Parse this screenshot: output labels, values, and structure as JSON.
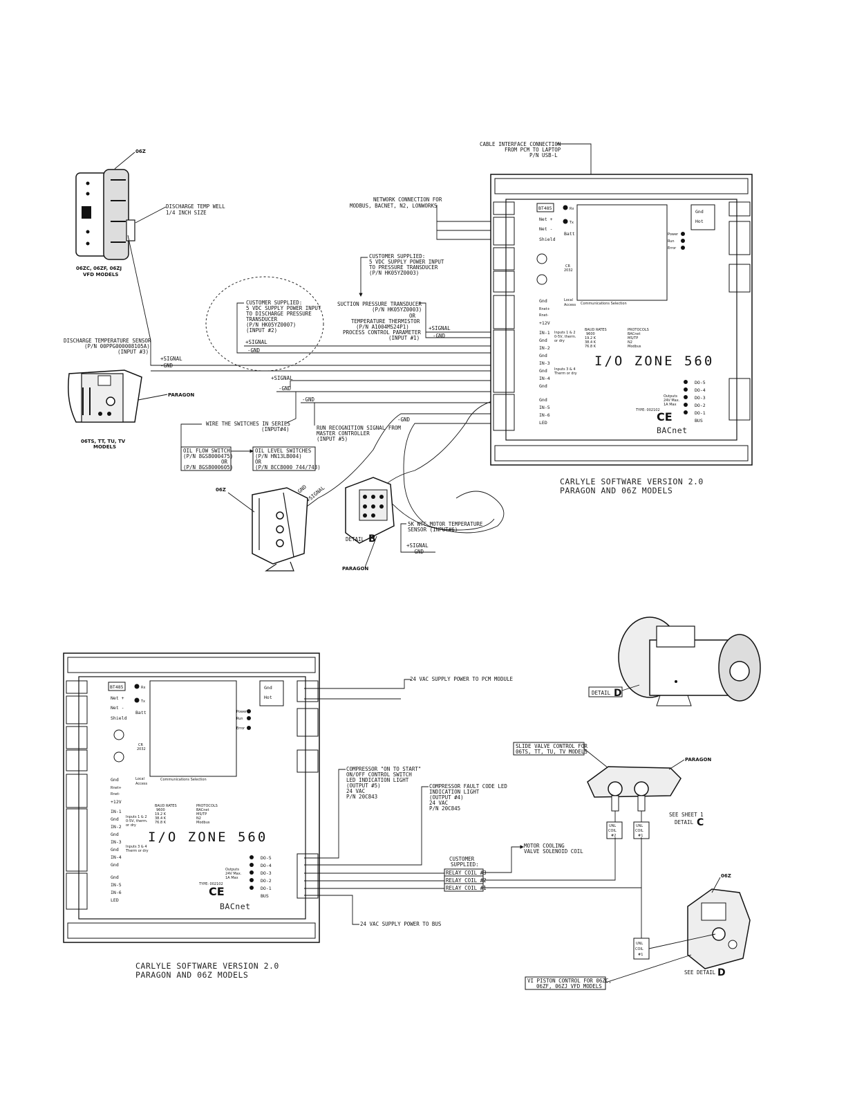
{
  "top": {
    "c06z_label": "06Z",
    "vfd_models": [
      "06ZC, 06ZF, 06ZJ",
      "VFD MODELS"
    ],
    "discharge_temp_well": [
      "DISCHARGE TEMP WELL",
      "1/4 INCH SIZE"
    ],
    "discharge_temp_sensor": [
      "DISCHARGE TEMPERATURE SENSOR",
      "(P/N 00PPG000008105A)",
      "(INPUT #3)"
    ],
    "paragon_label": "PARAGON",
    "ts_models": [
      "06TS, TT, TU, TV",
      "MODELS"
    ],
    "network_connection": [
      "NETWORK CONNECTION FOR",
      "MODBUS, BACNET, N2, LONWORKS"
    ],
    "cable_interface": [
      "CABLE INTERFACE CONNECTION",
      "FROM PCM TO LAPTOP",
      "P/N USB-L"
    ],
    "customer_supplied_5vdc": [
      "CUSTOMER SUPPLIED:",
      "5 VDC SUPPLY POWER INPUT",
      "TO PRESSURE TRANSDUCER",
      "(P/N HK05YZ0003)"
    ],
    "customer_supplied_discharge": [
      "CUSTOMER SUPPLIED:",
      "5 VDC SUPPLY POWER INPUT",
      "TO DISCHARGE PRESSURE",
      "TRANSDUCER",
      "(P/N HK05YZ0007)",
      "(INPUT #2)"
    ],
    "suction_pressure": [
      "SUCTION PRESSURE TRANSDUCER",
      "(P/N HK05YZ0003)",
      "OR",
      "TEMPERATURE THERMISTOR",
      "(P/N A1004MS24P1)",
      "PROCESS CONTROL PARAMETER",
      "(INPUT #1)"
    ],
    "signal": "+SIGNAL",
    "gnd": "-GND",
    "wire_switches": [
      "WIRE THE SWITCHES IN SERIES",
      "(INPUT#4)"
    ],
    "run_recognition": [
      "RUN RECOGNITION SIGNAL FROM",
      "MASTER CONTROLLER",
      "(INPUT #5)"
    ],
    "oil_flow_switch": [
      "OIL FLOW SWITCH",
      "(P/N 8GS8000475)",
      "OR",
      "(P/N 8GS8000605)"
    ],
    "oil_level_switches": [
      "OIL LEVEL SWITCHES",
      "(P/N HN13LB004)",
      "OR",
      "(P/N 8CC8000 744/743)"
    ],
    "ntc_motor": [
      "5K NTC MOTOR TEMPERATURE",
      "SENSOR (INPUT#6)"
    ],
    "detail_b": "DETAIL",
    "detail_b_letter": "B",
    "c06z_bottom": "06Z",
    "paragon_bottom": "PARAGON",
    "caption": [
      "CARLYLE SOFTWARE VERSION 2.0",
      "PARAGON AND 06Z MODELS"
    ]
  },
  "module": {
    "title": "I/O ZONE 560",
    "bt485": "BT485",
    "net_plus": "Net +",
    "net_minus": "Net -",
    "shield": "Shield",
    "gnd": "Gnd",
    "rnet_plus": "Rnet+",
    "rnet_minus": "Rnet-",
    "plus12v": "+12V",
    "in_labels": [
      "IN-1",
      "Gnd",
      "IN-2",
      "Gnd",
      "IN-3",
      "Gnd",
      "IN-4",
      "Gnd"
    ],
    "in_lower": [
      "Gnd",
      "IN-5",
      "IN-6",
      "LED"
    ],
    "do_labels": [
      "DO-5",
      "DO-4",
      "DO-3",
      "DO-2",
      "DO-1",
      "BUS"
    ],
    "hot": "Hot",
    "bacnet": "BACnet",
    "ce": "CE",
    "comm_selection": "Communications Selection",
    "inputs12": [
      "Inputs 1 & 2",
      "0-5V, therm.",
      "or dry"
    ],
    "inputs34": [
      "Inputs 3 & 4",
      "Therm or dry"
    ],
    "outputs": [
      "Outputs",
      "24V Max.",
      "1A Max"
    ],
    "baud": [
      "BAUD RATES",
      "9600",
      "19.2 K",
      "38.4 K",
      "76.8 K"
    ],
    "protocols": [
      "PROTOCOLS",
      "BACnet",
      "MS/TP",
      "N2",
      "Modbus"
    ],
    "type": "TYPE: 002102",
    "power": "Power",
    "run": "Run",
    "error": "Error",
    "rx": "Rx",
    "tx": "Tx",
    "batt": "Batt",
    "cr2032": [
      "CR",
      "2032"
    ],
    "local_access": [
      "Local",
      "Access"
    ]
  },
  "bottom": {
    "ac24_pcm": "24 VAC SUPPLY POWER TO PCM MODULE",
    "ac24_bus": "24 VAC SUPPLY POWER TO BUS",
    "compressor_on": [
      "COMPRESSOR \"ON TO START\"",
      "ON/OFF CONTROL SWITCH",
      "LED INDICATION LIGHT",
      "(OUTPUT #5)",
      "24 VAC",
      "P/N 20C843"
    ],
    "compressor_fault": [
      "COMPRESSOR FAULT CODE LED",
      "INDICATION LIGHT",
      "(OUTPUT #4)",
      "24 VAC",
      "P/N 20C845"
    ],
    "motor_cooling": [
      "MOTOR COOLING",
      "VALVE SOLENOID COIL"
    ],
    "customer_supplied": [
      "CUSTOMER",
      "SUPPLIED:"
    ],
    "relay_coils": [
      "RELAY COIL #3",
      "RELAY COIL #2",
      "RELAY COIL #1"
    ],
    "detail_d": "DETAIL",
    "detail_d_letter": "D",
    "slide_valve": [
      "SLIDE VALVE CONTROL FOR",
      "06TS, TT, TU, TV MODELS"
    ],
    "paragon": "PARAGON",
    "unl_coil2": [
      "UNL",
      "COIL",
      "#2"
    ],
    "unl_coil1": [
      "UNL",
      "COIL",
      "#1"
    ],
    "unl_coil_vi": [
      "UNL",
      "COIL",
      "#1"
    ],
    "see_sheet": [
      "SEE SHEET 1",
      "DETAIL"
    ],
    "see_sheet_letter": "C",
    "c06z": "06Z",
    "see_detail": "SEE DETAIL",
    "see_detail_letter": "D",
    "vi_piston": [
      "VI PISTON CONTROL FOR 06ZC,",
      "06ZF, 06ZJ VFD MODELS"
    ],
    "caption": [
      "CARLYLE SOFTWARE VERSION 2.0",
      "PARAGON AND 06Z MODELS"
    ]
  }
}
